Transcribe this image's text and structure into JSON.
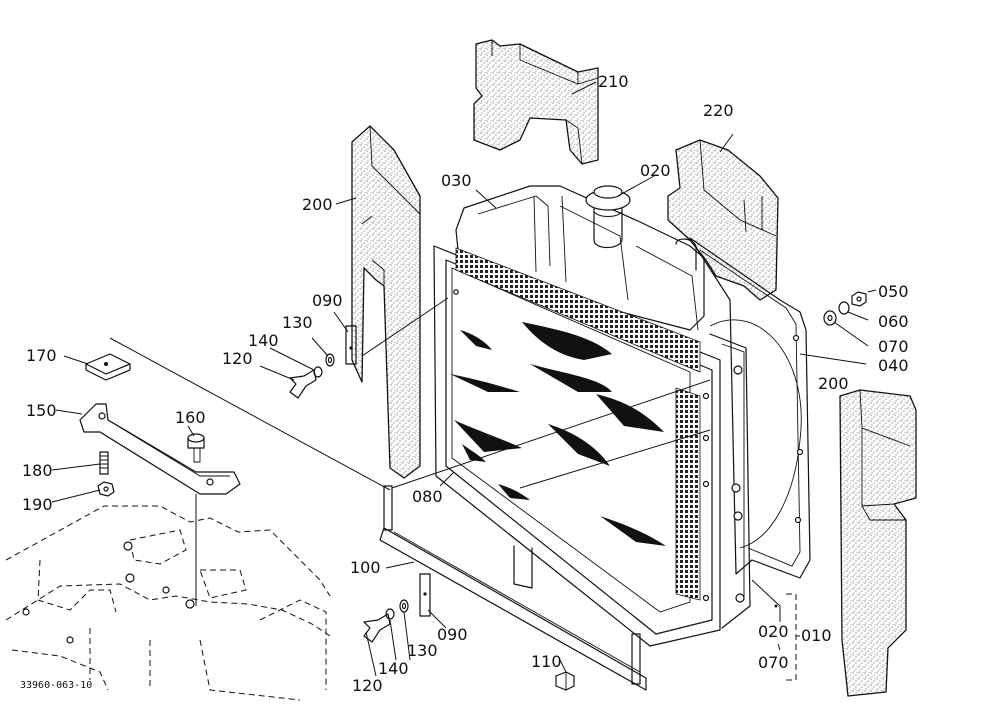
{
  "figure_number": "33960-063-10",
  "callouts": {
    "p210": "210",
    "p220": "220",
    "p020_top": "020",
    "p030": "030",
    "p200_left": "200",
    "p090_top": "090",
    "p130_top": "130",
    "p140_top": "140",
    "p120_top": "120",
    "p050": "050",
    "p060": "060",
    "p070_right": "070",
    "p040": "040",
    "p200_right": "200",
    "p170": "170",
    "p150": "150",
    "p160": "160",
    "p180": "180",
    "p190": "190",
    "p080": "080",
    "p100": "100",
    "p090_bottom": "090",
    "p130_bottom": "130",
    "p140_bottom": "140",
    "p120_bottom": "120",
    "p110": "110",
    "p020_bottom": "020",
    "p010": "010",
    "p070_bottom": "070"
  }
}
